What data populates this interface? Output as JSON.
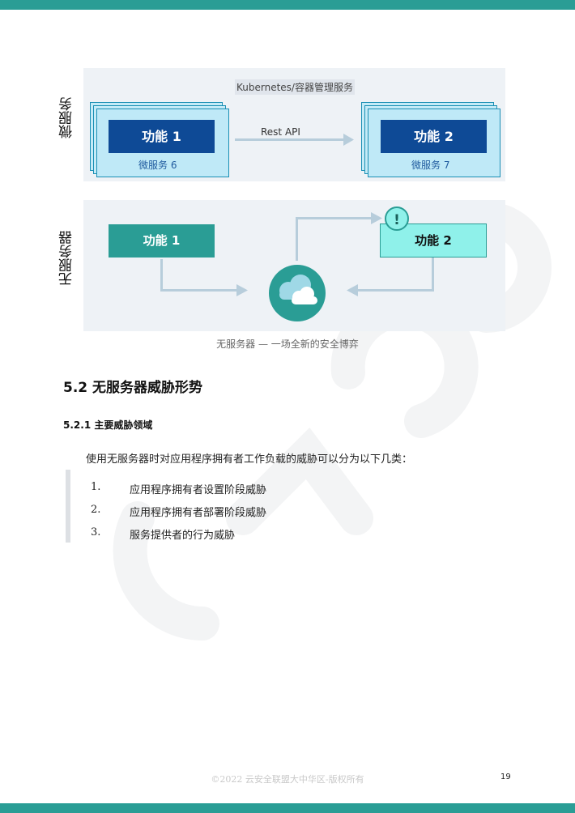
{
  "diagram": {
    "microservice_label": "微服务",
    "serverless_label": "无服务器",
    "k8s_title": "Kubernetes/容器管理服务",
    "rest_api": "Rest API",
    "ms_func1": "功能 1",
    "ms_func1_sub": "微服务 6",
    "ms_func2": "功能 2",
    "ms_func2_sub": "微服务 7",
    "sl_func1": "功能 1",
    "sl_func2": "功能 2",
    "alert_glyph": "!",
    "colors": {
      "teal": "#2a9d95",
      "navy": "#0e4a96",
      "light_teal": "#8ff1ea",
      "arrow": "#b7cddb"
    }
  },
  "caption": "无服务器 — 一场全新的安全博弈",
  "section": {
    "heading": "5.2  无服务器威胁形势"
  },
  "subsection": {
    "heading": "5.2.1  主要威胁领域"
  },
  "intro": "使用无服务器时对应用程序拥有者工作负载的威胁可以分为以下几类：",
  "list": [
    {
      "num": "1.",
      "text": "应用程序拥有者设置阶段威胁"
    },
    {
      "num": "2.",
      "text": "应用程序拥有者部署阶段威胁"
    },
    {
      "num": "3.",
      "text": "服务提供者的行为威胁"
    }
  ],
  "footer": "©2022  云安全联盟大中华区-版权所有",
  "page_number": "19"
}
